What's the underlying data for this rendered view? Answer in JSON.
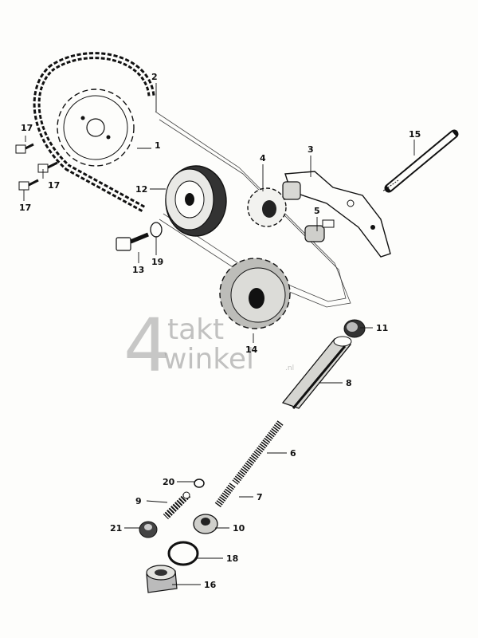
{
  "part_numbers": [
    "1",
    "2",
    "3",
    "4",
    "5",
    "6",
    "7",
    "8",
    "9",
    "10",
    "11",
    "12",
    "13",
    "14",
    "15",
    "16",
    "17",
    "18",
    "19",
    "20",
    "21"
  ],
  "watermark": {
    "digit": "4",
    "line1": "takt",
    "line2": "winkel",
    "tld": ".nl"
  },
  "colors": {
    "ink": "#111111",
    "paper": "#fdfdfb",
    "watermark": "#9a9a9a"
  }
}
